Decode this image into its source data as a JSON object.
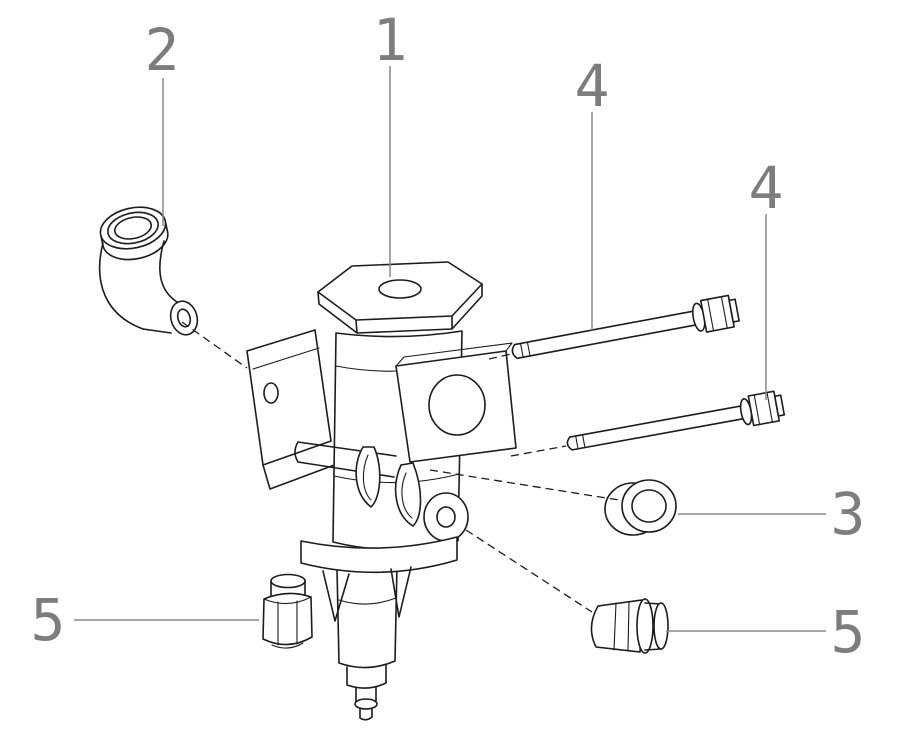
{
  "callouts": [
    {
      "id": "callout-1",
      "label": "1"
    },
    {
      "id": "callout-2",
      "label": "2"
    },
    {
      "id": "callout-3",
      "label": "3"
    },
    {
      "id": "callout-4a",
      "label": "4"
    },
    {
      "id": "callout-4b",
      "label": "4"
    },
    {
      "id": "callout-5-left",
      "label": "5"
    },
    {
      "id": "callout-5-right",
      "label": "5"
    }
  ],
  "colors": {
    "background": "#ffffff",
    "line": "#1c1c1c",
    "leader_line": "#8a8a8a",
    "callout_text": "#7d7d7d"
  }
}
